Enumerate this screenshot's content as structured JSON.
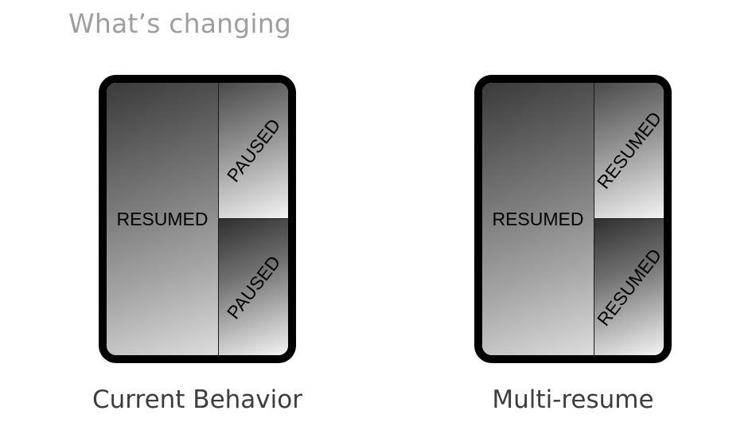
{
  "title": "What’s changing",
  "diagrams": [
    {
      "caption": "Current Behavior",
      "main_state": "RESUMED",
      "top_state": "PAUSED",
      "bottom_state": "PAUSED"
    },
    {
      "caption": "Multi-resume",
      "main_state": "RESUMED",
      "top_state": "RESUMED",
      "bottom_state": "RESUMED"
    }
  ]
}
